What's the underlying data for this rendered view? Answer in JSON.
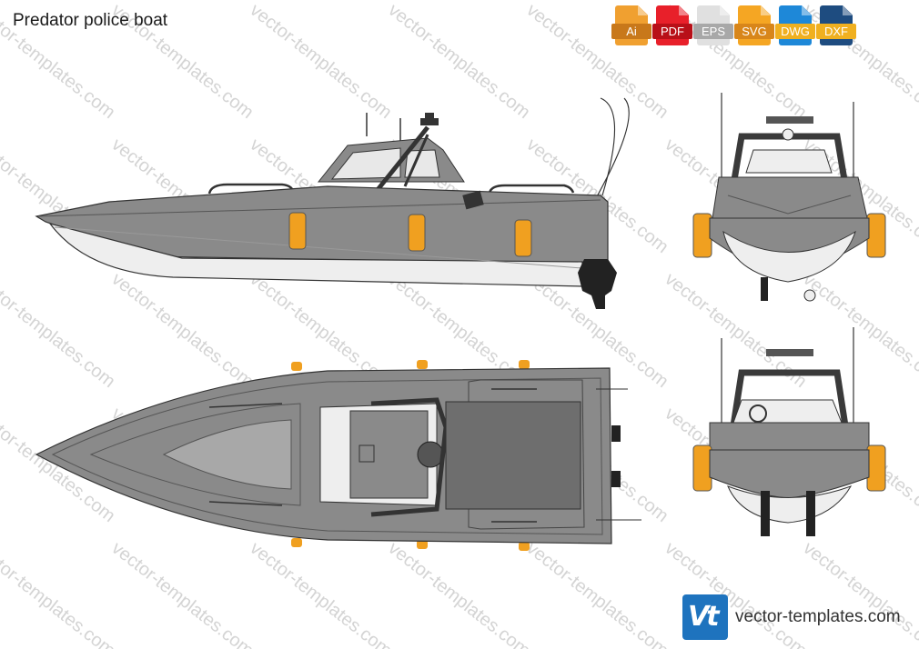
{
  "title": "Predator police boat",
  "watermark_text": "vector-templates.com",
  "formats": [
    {
      "label": "Ai",
      "color": "#f0a030",
      "label_bg": "#c8781a"
    },
    {
      "label": "PDF",
      "color": "#e8202a",
      "label_bg": "#b81018"
    },
    {
      "label": "EPS",
      "color": "#e0e0e0",
      "label_bg": "#a8a8a8"
    },
    {
      "label": "SVG",
      "color": "#f5a623",
      "label_bg": "#d8861a"
    },
    {
      "label": "DWG",
      "color": "#1e88d8",
      "label_bg": "#f0b020"
    },
    {
      "label": "DXF",
      "color": "#1e4c80",
      "label_bg": "#f0b020"
    }
  ],
  "brand": {
    "logo_text": "Vt",
    "text": "vector-templates.com"
  },
  "colors": {
    "hull": "#8a8a8a",
    "hull_light": "#eeeeee",
    "deck": "#6e6e6e",
    "fender": "#f0a020",
    "frame": "#3a3a3a"
  },
  "views": [
    "side-view",
    "top-view",
    "front-view",
    "rear-view"
  ]
}
